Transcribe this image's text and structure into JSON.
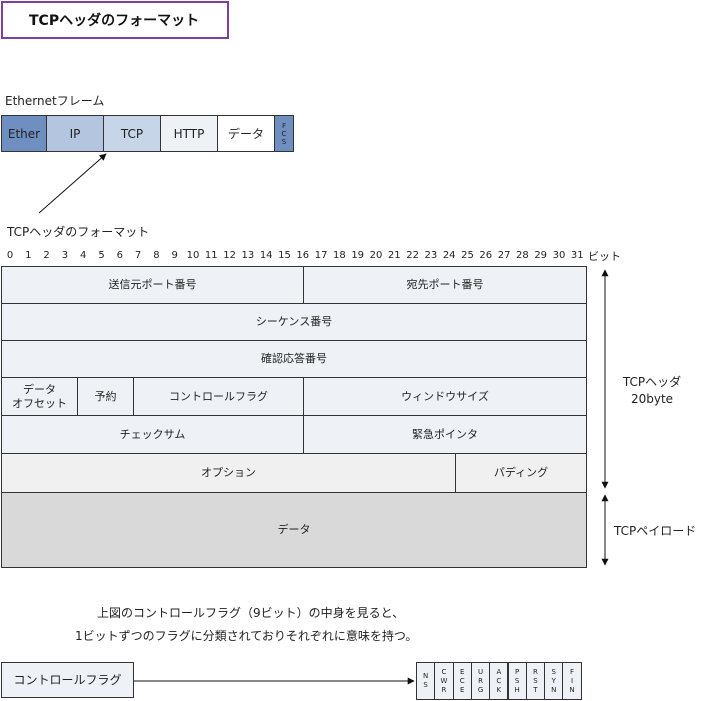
{
  "title": "TCPヘッダのフォーマット",
  "ethernet_label": "Ethernetフレーム",
  "frame_cells": [
    {
      "label": "Ether",
      "color": "#6e8fbf"
    },
    {
      "label": "IP",
      "color": "#b4c6df"
    },
    {
      "label": "TCP",
      "color": "#c7d5e8"
    },
    {
      "label": "HTTP",
      "color": "#eef2f6"
    },
    {
      "label": "データ",
      "color": "#ffffff"
    },
    {
      "label": "FCS",
      "color": "#6e8fbf"
    }
  ],
  "tcp_format_label": "TCPヘッダのフォーマット",
  "bit_numbers": [
    "0",
    "1",
    "2",
    "3",
    "4",
    "5",
    "6",
    "7",
    "8",
    "9",
    "10",
    "11",
    "12",
    "13",
    "14",
    "15",
    "16",
    "17",
    "18",
    "19",
    "20",
    "21",
    "22",
    "23",
    "24",
    "25",
    "26",
    "27",
    "28",
    "29",
    "30",
    "31"
  ],
  "bit_unit": "ビット",
  "fields": {
    "src_port": "送信元ポート番号",
    "dst_port": "宛先ポート番号",
    "seq": "シーケンス番号",
    "ack": "確認応答番号",
    "offset_line1": "データ",
    "offset_line2": "オフセット",
    "reserved": "予約",
    "control_flags": "コントロールフラグ",
    "window": "ウィンドウサイズ",
    "checksum": "チェックサム",
    "urgent": "緊急ポインタ",
    "options": "オプション",
    "padding": "パディング",
    "data": "データ"
  },
  "header_size_line1": "TCPヘッダ",
  "header_size_line2": "20byte",
  "payload_label": "TCPペイロード",
  "caption_line1": "上図のコントロールフラグ（9ビット）の中身を見ると、",
  "caption_line2": "1ビットずつのフラグに分類されておりそれぞれに意味を持つ。",
  "control_flag_box": "コントロールフラグ",
  "flags": [
    "NS",
    "CWR",
    "ECE",
    "URG",
    "ACK",
    "PSH",
    "RST",
    "SYN",
    "FIN"
  ]
}
